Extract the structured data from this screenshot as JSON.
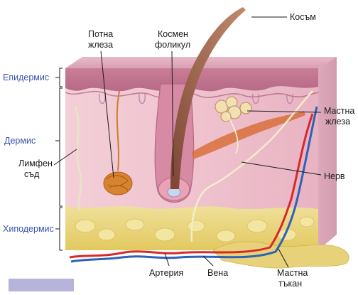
{
  "labels": {
    "epidermis": "Епидермис",
    "dermis": "Дермис",
    "hypodermis": "Хиподермис",
    "sweat_gland_1": "Потна",
    "sweat_gland_2": "жлеза",
    "hair_follicle_1": "Космен",
    "hair_follicle_2": "фоликул",
    "hair": "Косъм",
    "sebaceous_gland_1": "Мастна",
    "sebaceous_gland_2": "жлеза",
    "nerve": "Нерв",
    "lymph_vessel_1": "Лимфен",
    "lymph_vessel_2": "съд",
    "artery": "Артерия",
    "vein": "Вена",
    "fat_tissue_1": "Мастна",
    "fat_tissue_2": "тъкан"
  },
  "colors": {
    "layer_label": "#3a52a8",
    "epidermis": "#c77a93",
    "dermis": "#f2c9d2",
    "hypodermis": "#ecd77a",
    "artery": "#d62a2a",
    "vein": "#2d62b8",
    "hair": "#9a5b48"
  }
}
